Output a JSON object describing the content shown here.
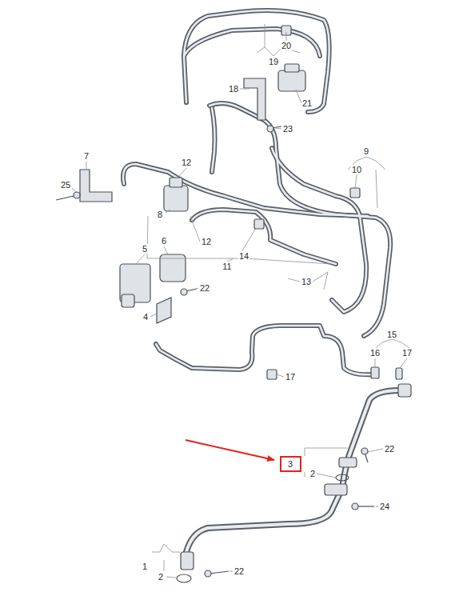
{
  "diagram": {
    "nodes": [
      {
        "text": [
          "3"
        ]
      }
    ],
    "labels": [
      "20",
      "19",
      "18",
      "21",
      "23",
      "9",
      "10",
      "7",
      "12",
      "25",
      "8",
      "12",
      "14",
      "11",
      "13",
      "5",
      "6",
      "22",
      "4",
      "15",
      "16",
      "17",
      "17",
      "22",
      "2",
      "24",
      "1",
      "2",
      "22"
    ]
  }
}
